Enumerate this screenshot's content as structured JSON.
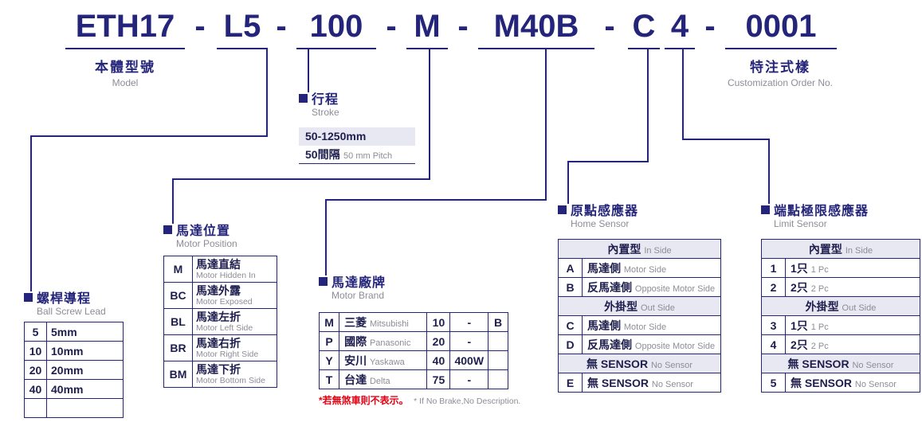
{
  "model_code": {
    "separator": "-",
    "segments": {
      "model": "ETH17",
      "lead": "L5",
      "stroke": "100",
      "motor_position": "M",
      "motor_brand": "M40B",
      "home_sensor": "C",
      "limit_sensor": "4",
      "order_no": "0001"
    }
  },
  "model_label": {
    "zh": "本體型號",
    "en": "Model"
  },
  "customization_label": {
    "zh": "特注式樣",
    "en": "Customization Order No."
  },
  "stroke": {
    "title_zh": "行程",
    "title_en": "Stroke",
    "range": "50-1250mm",
    "pitch_zh": "50間隔",
    "pitch_en": "50 mm Pitch"
  },
  "ball_screw_lead": {
    "title_zh": "螺桿導程",
    "title_en": "Ball Screw Lead",
    "rows": [
      {
        "code": "5",
        "value": "5mm"
      },
      {
        "code": "10",
        "value": "10mm"
      },
      {
        "code": "20",
        "value": "20mm"
      },
      {
        "code": "40",
        "value": "40mm"
      }
    ]
  },
  "motor_position": {
    "title_zh": "馬達位置",
    "title_en": "Motor Position",
    "rows": [
      {
        "code": "M",
        "zh": "馬達直結",
        "en": "Motor Hidden In"
      },
      {
        "code": "BC",
        "zh": "馬達外露",
        "en": "Motor Exposed"
      },
      {
        "code": "BL",
        "zh": "馬達左折",
        "en": "Motor Left Side"
      },
      {
        "code": "BR",
        "zh": "馬達右折",
        "en": "Motor Right Side"
      },
      {
        "code": "BM",
        "zh": "馬達下折",
        "en": "Motor Bottom Side"
      }
    ]
  },
  "motor_brand": {
    "title_zh": "馬達廠牌",
    "title_en": "Motor Brand",
    "rows": [
      {
        "code": "M",
        "brand_zh": "三菱",
        "brand_en": "Mitsubishi",
        "watt_code": "10",
        "watt": "-",
        "brake": "B"
      },
      {
        "code": "P",
        "brand_zh": "國際",
        "brand_en": "Panasonic",
        "watt_code": "20",
        "watt": "-",
        "brake": ""
      },
      {
        "code": "Y",
        "brand_zh": "安川",
        "brand_en": "Yaskawa",
        "watt_code": "40",
        "watt": "400W",
        "brake": ""
      },
      {
        "code": "T",
        "brand_zh": "台達",
        "brand_en": "Delta",
        "watt_code": "75",
        "watt": "-",
        "brake": ""
      }
    ],
    "note_zh": "*若無煞車則不表示。",
    "note_en": "* If No Brake,No Description."
  },
  "home_sensor": {
    "title_zh": "原點感應器",
    "title_en": "Home Sensor",
    "rows": [
      {
        "type": "group",
        "zh": "內置型",
        "en": "In Side"
      },
      {
        "type": "item",
        "code": "A",
        "zh": "馬達側",
        "en": "Motor Side"
      },
      {
        "type": "item",
        "code": "B",
        "zh": "反馬達側",
        "en": "Opposite Motor Side"
      },
      {
        "type": "group",
        "zh": "外掛型",
        "en": "Out Side"
      },
      {
        "type": "item",
        "code": "C",
        "zh": "馬達側",
        "en": "Motor Side"
      },
      {
        "type": "item",
        "code": "D",
        "zh": "反馬達側",
        "en": "Opposite Motor Side"
      },
      {
        "type": "group",
        "zh": "無 SENSOR",
        "en": "No Sensor"
      },
      {
        "type": "item",
        "code": "E",
        "zh": "無 SENSOR",
        "en": "No Sensor"
      }
    ]
  },
  "limit_sensor": {
    "title_zh": "端點極限感應器",
    "title_en": "Limit Sensor",
    "rows": [
      {
        "type": "group",
        "zh": "內置型",
        "en": "In Side"
      },
      {
        "type": "item",
        "code": "1",
        "zh": "1只",
        "en": "1 Pc"
      },
      {
        "type": "item",
        "code": "2",
        "zh": "2只",
        "en": "2 Pc"
      },
      {
        "type": "group",
        "zh": "外掛型",
        "en": "Out Side"
      },
      {
        "type": "item",
        "code": "3",
        "zh": "1只",
        "en": "1 Pc"
      },
      {
        "type": "item",
        "code": "4",
        "zh": "2只",
        "en": "2 Pc"
      },
      {
        "type": "group",
        "zh": "無 SENSOR",
        "en": "No Sensor"
      },
      {
        "type": "item",
        "code": "5",
        "zh": "無 SENSOR",
        "en": "No Sensor"
      }
    ]
  },
  "colors": {
    "navy": "#24247a",
    "shaded_row": "#e8e8f2",
    "gray_text": "#8d8d96",
    "red_note": "#e60012"
  }
}
